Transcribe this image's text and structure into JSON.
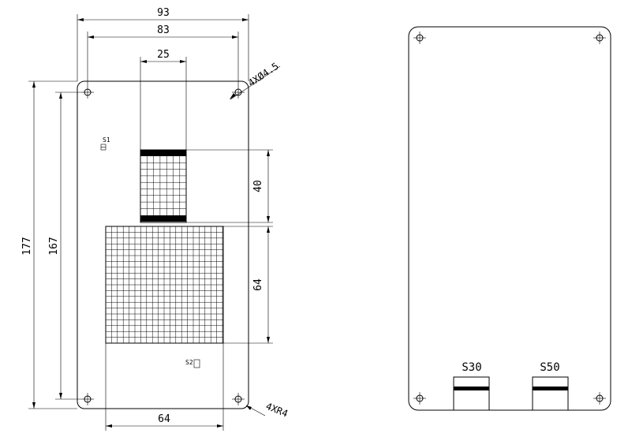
{
  "front_view": {
    "dims": {
      "overall_width": "93",
      "hole_spacing_width": "83",
      "top_window_width": "25",
      "hole_callout": "4XØ4.5",
      "overall_height": "177",
      "hole_spacing_height": "167",
      "top_window_height": "40",
      "main_window_height": "64",
      "main_window_width": "64",
      "corner_callout": "4XR4"
    },
    "labels": {
      "s1": "S1",
      "s2": "S2"
    }
  },
  "rear_view": {
    "labels": {
      "s30": "S30",
      "s50": "S50"
    }
  }
}
